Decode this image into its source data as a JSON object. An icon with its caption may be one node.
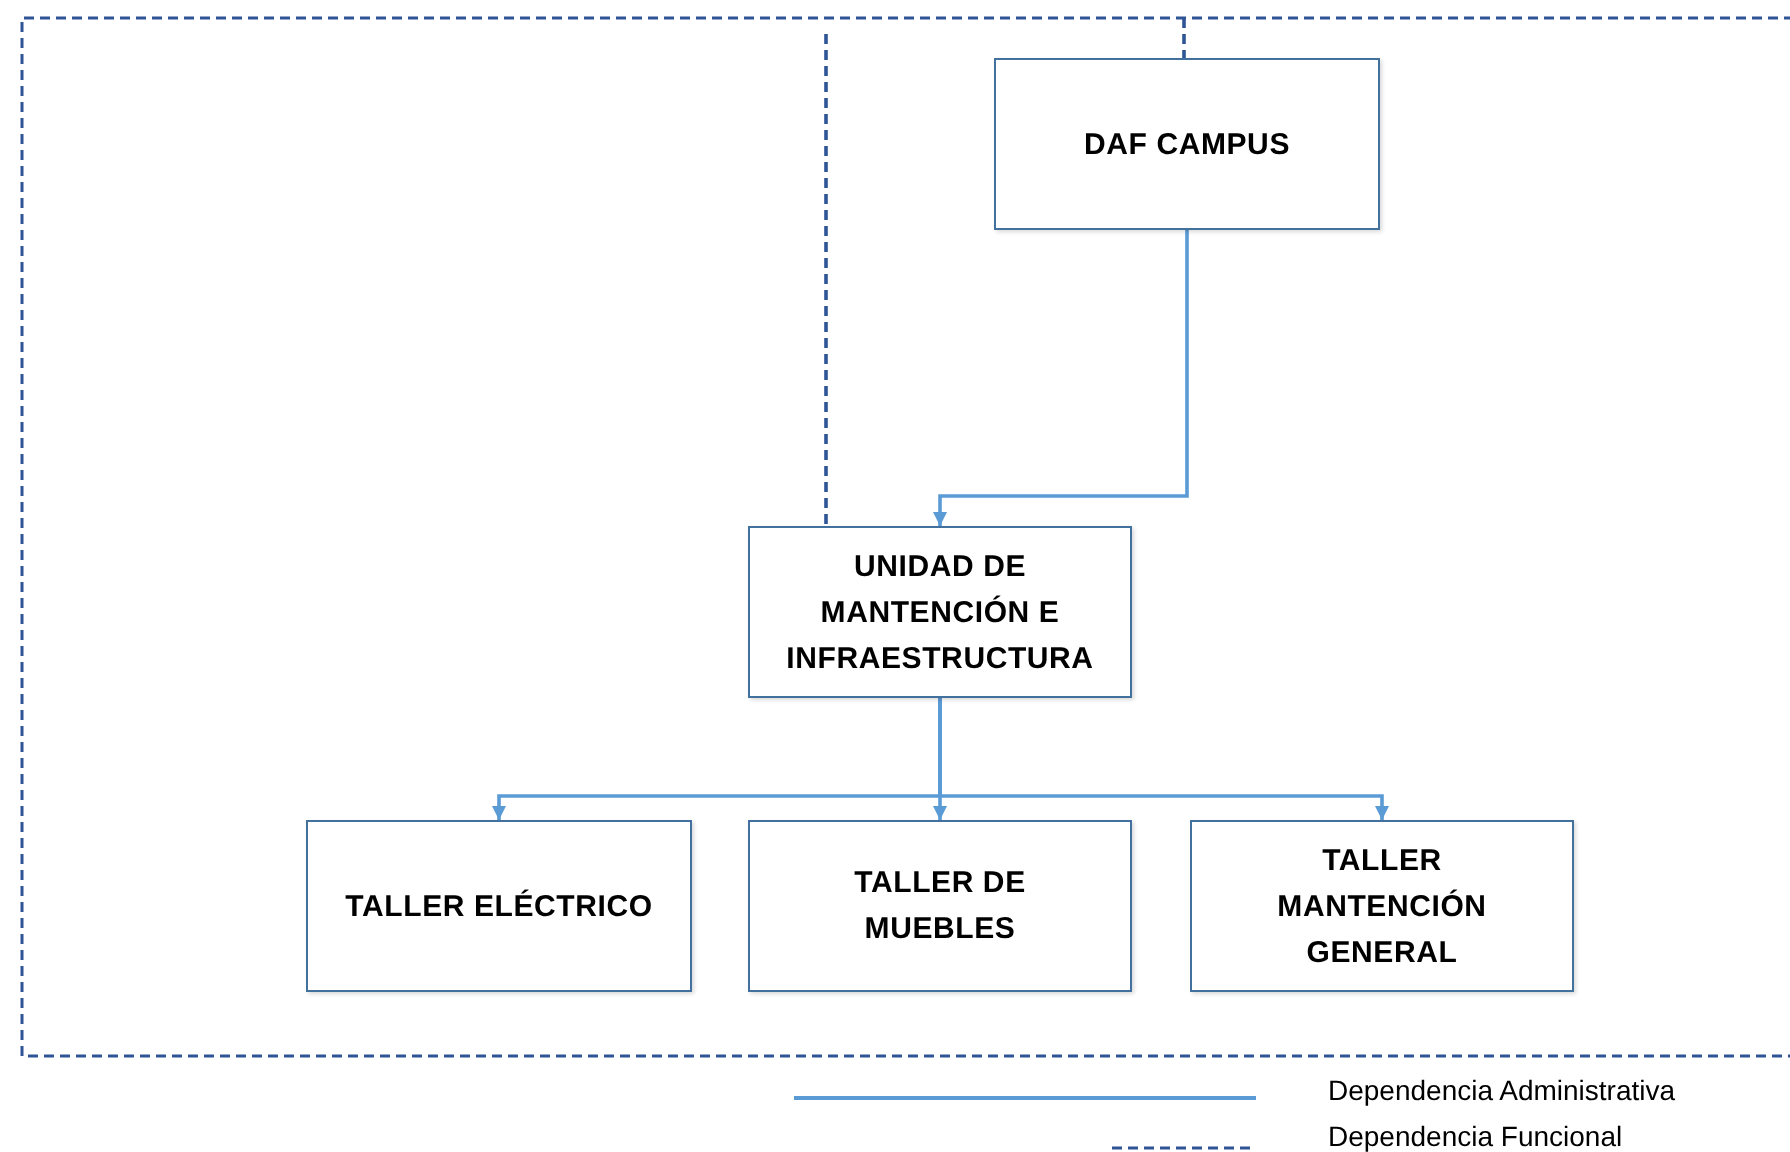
{
  "diagram": {
    "nodes": [
      {
        "text": [
          "DAF CAMPUS"
        ]
      },
      {
        "text": [
          "UNIDAD DE MANTENCIÓN E INFRAESTRUCTURA"
        ]
      },
      {
        "text": [
          "TALLER ELÉCTRICO"
        ]
      },
      {
        "text": [
          "TALLER DE MUEBLES"
        ]
      },
      {
        "text": [
          "TALLER MANTENCIÓN GENERAL"
        ]
      }
    ],
    "edges": [
      {
        "from": null,
        "to": 0,
        "arrow": "none",
        "style": "dashed",
        "color": "#2f5597"
      },
      {
        "from": null,
        "to": 1,
        "arrow": "none",
        "style": "dashed",
        "color": "#2f5597"
      },
      {
        "from": 0,
        "to": 1,
        "arrow": "to"
      },
      {
        "from": 1,
        "to": 2,
        "arrow": "to"
      },
      {
        "from": 1,
        "to": 3,
        "arrow": "to"
      },
      {
        "from": 1,
        "to": 4,
        "arrow": "to"
      }
    ],
    "legend": [
      {
        "text": "Dependencia Administrativa"
      },
      {
        "text": "Dependencia Funcional"
      }
    ]
  }
}
